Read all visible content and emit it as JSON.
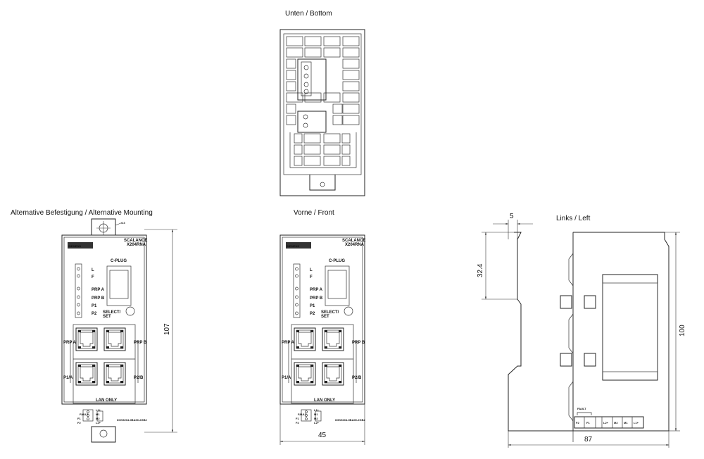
{
  "views": {
    "bottom": {
      "title": "Unten / Bottom"
    },
    "alt": {
      "title": "Alternative Befestigung / Alternative Mounting"
    },
    "front": {
      "title": "Vorne / Front"
    },
    "left": {
      "title": "Links / Left"
    }
  },
  "device": {
    "brand": "SIEMENS",
    "model_line1": "SCALANCE",
    "model_line2": "X204RNA",
    "leds": [
      "L",
      "F",
      "PRP A",
      "PRP B",
      "P1",
      "P2"
    ],
    "cplug": "C-PLUG",
    "select_line1": "SELECT/",
    "select_line2": "SET",
    "port_prp_a": "PRP A",
    "port_prp_b": "PRP B",
    "port_p1": "P1/A",
    "port_p2": "P2/B",
    "lan_only": "LAN ONLY",
    "fault": "FAULT",
    "f1": "F1",
    "f2": "F2",
    "l1": "L1+",
    "m1": "M1",
    "m2": "M2",
    "l2": "L2+",
    "order_no": "6GK5204-0BA00-2GB2"
  },
  "dimensions": {
    "hole": "4.3",
    "height_alt": "107",
    "width_front": "45",
    "top_offset": "5",
    "upper_height": "32.4",
    "height_left": "100",
    "depth_left": "87"
  },
  "left_terminals": [
    "F2",
    "F1",
    "L2+",
    "M2",
    "M1",
    "L1+"
  ]
}
